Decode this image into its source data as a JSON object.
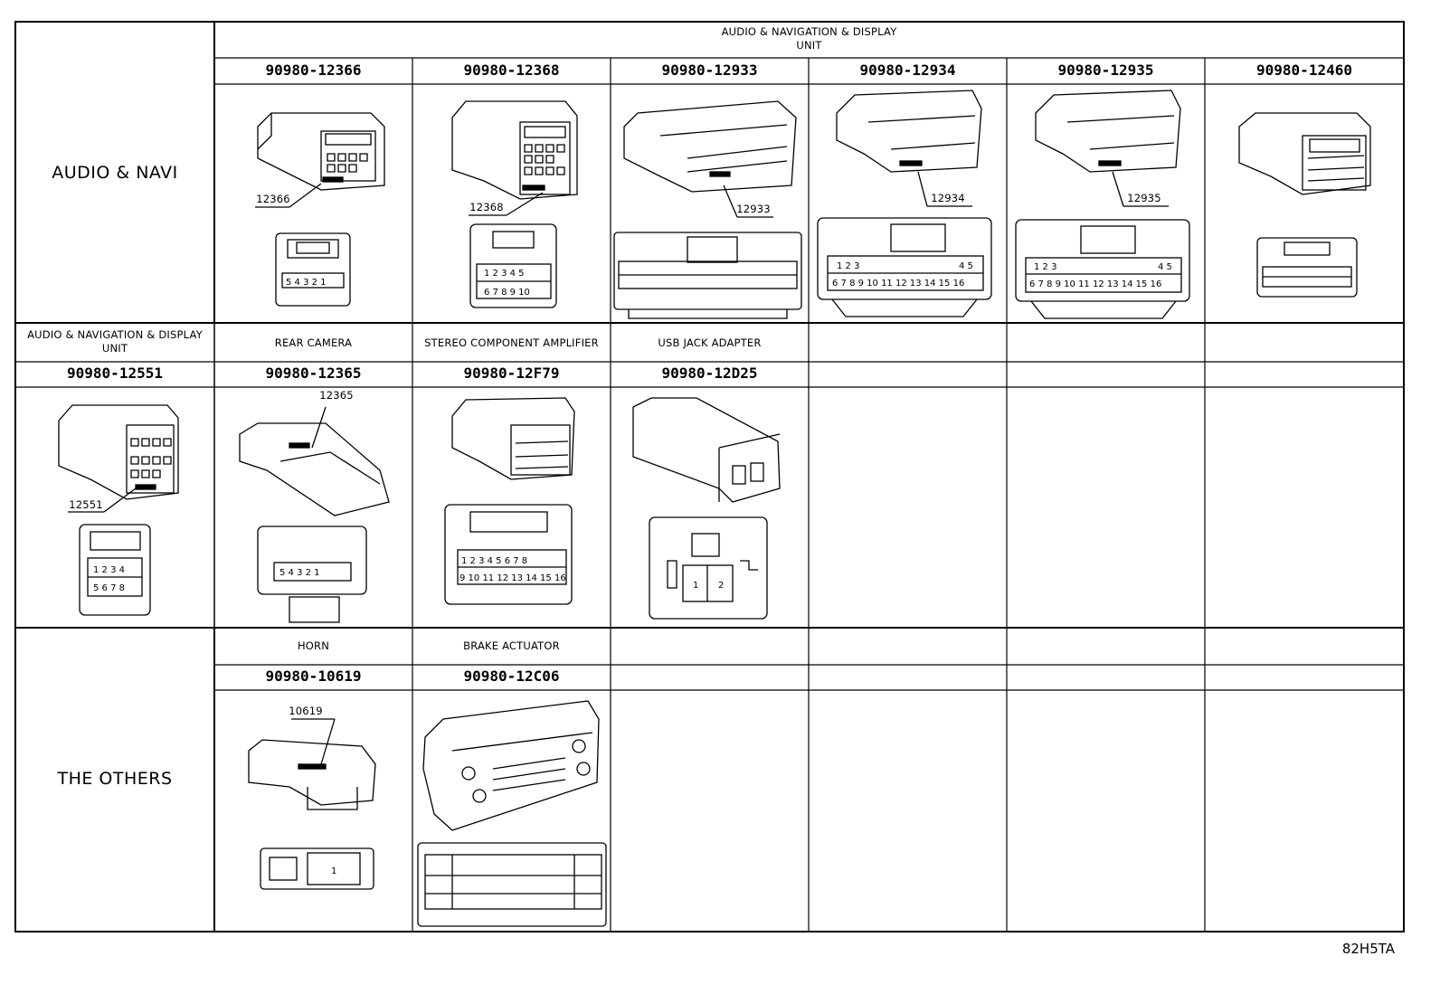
{
  "diagram_code": "82H5TA",
  "groups": [
    {
      "label": "AUDIO & NAVI"
    },
    {
      "label": "THE OTHERS"
    }
  ],
  "rows": [
    {
      "header": "AUDIO & NAVIGATION & DISPLAY\nUNIT",
      "parts": [
        {
          "number": "90980-12366",
          "callout": "12366"
        },
        {
          "number": "90980-12368",
          "callout": "12368"
        },
        {
          "number": "90980-12933",
          "callout": "12933"
        },
        {
          "number": "90980-12934",
          "callout": "12934"
        },
        {
          "number": "90980-12935",
          "callout": "12935"
        },
        {
          "number": "90980-12460",
          "callout": ""
        }
      ]
    },
    {
      "descriptions": [
        "AUDIO & NAVIGATION & DISPLAY\nUNIT",
        "REAR CAMERA",
        "STEREO COMPONENT AMPLIFIER",
        "USB JACK ADAPTER"
      ],
      "parts": [
        {
          "number": "90980-12551",
          "callout": "12551"
        },
        {
          "number": "90980-12365",
          "callout": "12365"
        },
        {
          "number": "90980-12F79",
          "callout": ""
        },
        {
          "number": "90980-12D25",
          "callout": ""
        }
      ]
    },
    {
      "descriptions": [
        "HORN",
        "BRAKE ACTUATOR"
      ],
      "parts": [
        {
          "number": "90980-10619",
          "callout": "10619"
        },
        {
          "number": "90980-12C06",
          "callout": ""
        }
      ]
    }
  ]
}
